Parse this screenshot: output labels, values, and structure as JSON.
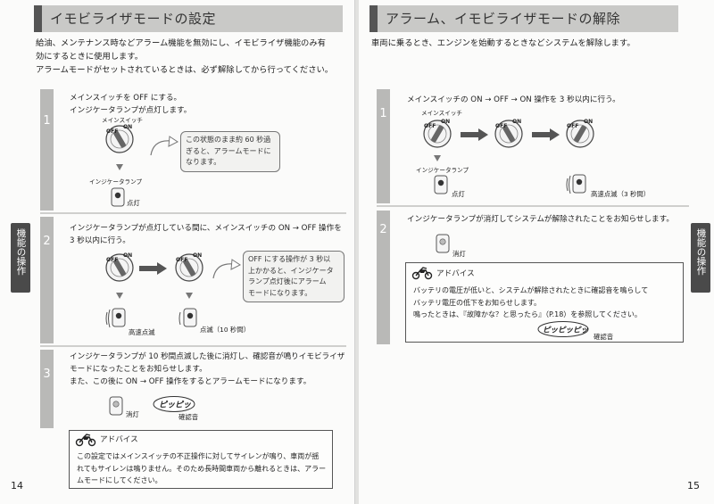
{
  "left": {
    "title": "イモビライザモードの設定",
    "intro_lines": [
      "給油、メンテナンス時などアラーム機能を無効にし、イモビライザ機能のみ有",
      "効にするときに使用します。",
      "アラームモードがセットされているときは、必ず解除してから行ってください。"
    ],
    "steps": [
      {
        "number": "1",
        "lines": [
          "メインスイッチを OFF にする。",
          "インジケータランプが点灯します。"
        ],
        "switch_label": "メインスイッチ",
        "switch_marks": {
          "off": "OFF",
          "on": "ON"
        },
        "lamp_label": "インジケータランプ",
        "lamp_state": "点灯",
        "bubble_lines": [
          "この状態のまま約 60 秒過",
          "ぎると、アラームモードに",
          "なります。"
        ]
      },
      {
        "number": "2",
        "lines": [
          "インジケータランプが点灯している間に、メインスイッチの ON → OFF 操作を",
          "3 秒以内に行う。"
        ],
        "switch_marks": {
          "off": "OFF",
          "on": "ON"
        },
        "left_state": "高速点滅",
        "right_state": "点滅（10 秒間）",
        "bubble_lines": [
          "OFF にする操作が 3 秒以",
          "上かかると、インジケータ",
          "ランプ点灯後にアラーム",
          "モードになります。"
        ]
      },
      {
        "number": "3",
        "lines": [
          "インジケータランプが 10 秒間点滅した後に消灯し、確認音が鳴りイモビライザ",
          "モードになったことをお知らせします。",
          "また、この後に ON → OFF 操作をするとアラームモードになります。"
        ],
        "lamp_state": "消灯",
        "sound_text": "ピッピッ",
        "sound_label": "確認音"
      }
    ],
    "advice": {
      "heading": "アドバイス",
      "lines": [
        "この設定ではメインスイッチの不正操作に対してサイレンが鳴り、車両が揺",
        "れてもサイレンは鳴りません。そのため長時間車両から離れるときは、アラー",
        "ムモードにしてください。"
      ]
    },
    "page_number": "14"
  },
  "right": {
    "title": "アラーム、イモビライザモードの解除",
    "intro_lines": [
      "車両に乗るとき、エンジンを始動するときなどシステムを解除します。"
    ],
    "steps": [
      {
        "number": "1",
        "lines": [
          "メインスイッチの ON → OFF → ON 操作を 3 秒以内に行う。"
        ],
        "switch_label": "メインスイッチ",
        "switch_marks": {
          "off": "OFF",
          "on": "ON"
        },
        "lamp_label": "インジケータランプ",
        "lamp_state": "点灯",
        "final_state": "高速点滅（3 秒間）"
      },
      {
        "number": "2",
        "lines": [
          "インジケータランプが消灯してシステムが解除されたことをお知らせします。"
        ],
        "lamp_state": "消灯"
      }
    ],
    "advice": {
      "heading": "アドバイス",
      "lines": [
        "バッテリの電圧が低いと、システムが解除されたときに確認音を鳴らして",
        "バッテリ電圧の低下をお知らせします。",
        "鳴ったときは、『故障かな？と思ったら』（P.18）を参照してください。"
      ],
      "sound_text": "ピッピッピッ",
      "sound_label": "確認音"
    },
    "page_number": "15"
  },
  "side_tab": "機能の操作",
  "colors": {
    "title_bar": "#c9c9c7",
    "step_bar": "#b9b9b7",
    "side_tab": "#4a4a4a",
    "arrow": "#555555"
  }
}
